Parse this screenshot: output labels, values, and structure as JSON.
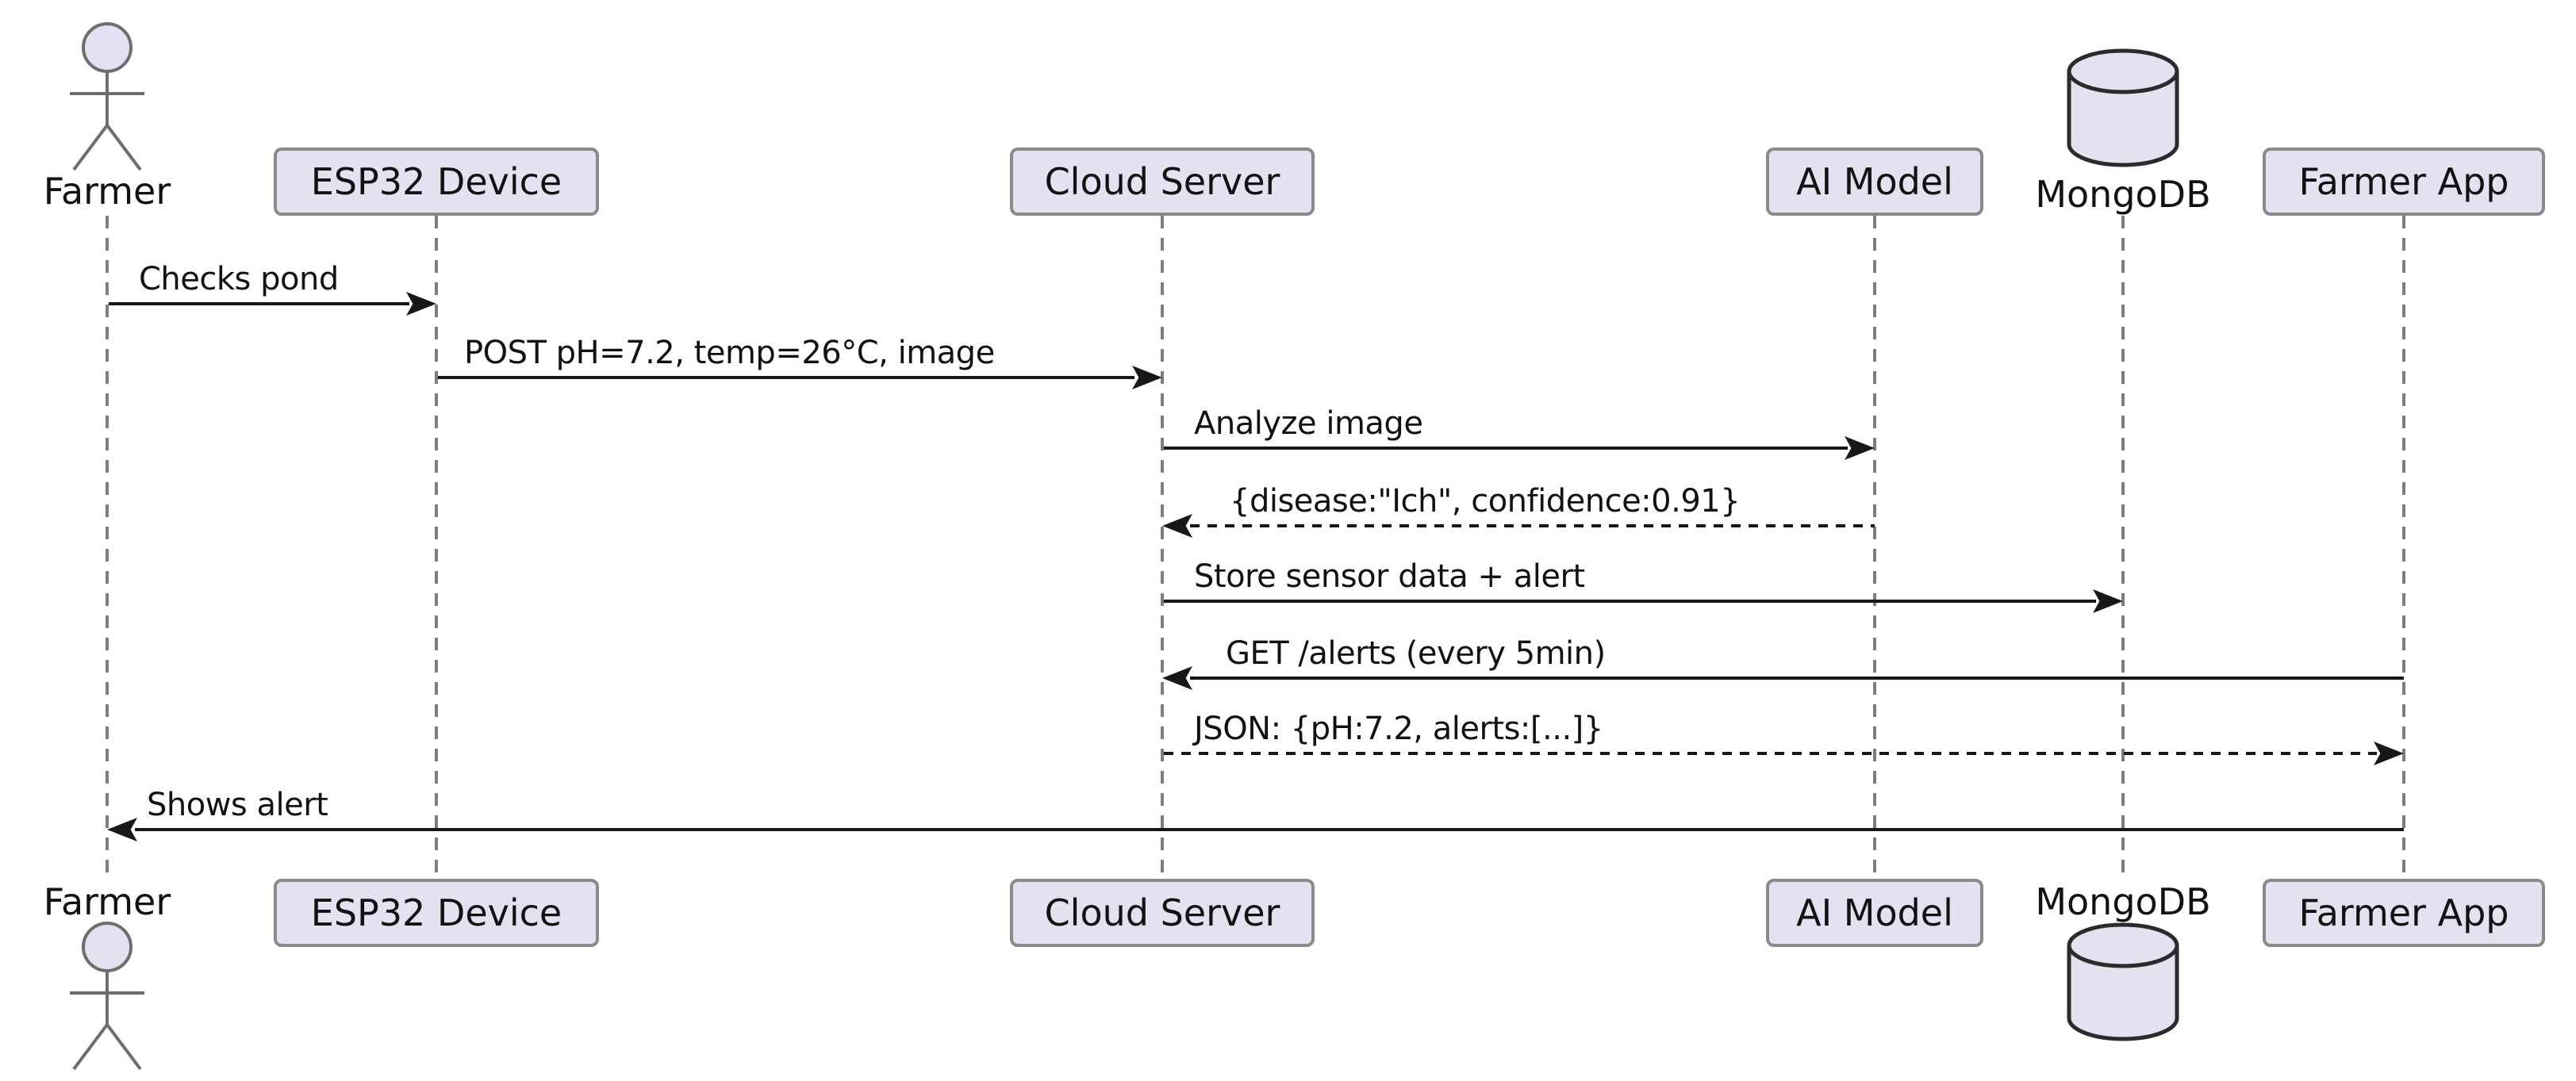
{
  "participants": [
    {
      "id": "farmer",
      "label": "Farmer",
      "type": "actor"
    },
    {
      "id": "esp32",
      "label": "ESP32 Device",
      "type": "participant"
    },
    {
      "id": "cloud",
      "label": "Cloud Server",
      "type": "participant"
    },
    {
      "id": "ai",
      "label": "AI Model",
      "type": "participant"
    },
    {
      "id": "mongo",
      "label": "MongoDB",
      "type": "database"
    },
    {
      "id": "app",
      "label": "Farmer App",
      "type": "participant"
    }
  ],
  "messages": [
    {
      "from": "Farmer",
      "to": "ESP32 Device",
      "label": "Checks pond",
      "style": "solid"
    },
    {
      "from": "ESP32 Device",
      "to": "Cloud Server",
      "label": "POST pH=7.2, temp=26°C, image",
      "style": "solid"
    },
    {
      "from": "Cloud Server",
      "to": "AI Model",
      "label": "Analyze image",
      "style": "solid"
    },
    {
      "from": "AI Model",
      "to": "Cloud Server",
      "label": "{disease:\"Ich\", confidence:0.91}",
      "style": "dashed"
    },
    {
      "from": "Cloud Server",
      "to": "MongoDB",
      "label": "Store sensor data + alert",
      "style": "solid"
    },
    {
      "from": "Farmer App",
      "to": "Cloud Server",
      "label": "GET /alerts (every 5min)",
      "style": "solid"
    },
    {
      "from": "Cloud Server",
      "to": "Farmer App",
      "label": "JSON: {pH:7.2, alerts:[...]}",
      "style": "dashed"
    },
    {
      "from": "Farmer App",
      "to": "Farmer",
      "label": "Shows alert",
      "style": "solid"
    }
  ],
  "colors": {
    "background": "#ffffff",
    "participant_fill": "#E2E2F0",
    "participant_border": "#8a8a8a",
    "message_color": "#181818",
    "lifeline_color": "#7d7d7d",
    "text_color": "#121212"
  }
}
